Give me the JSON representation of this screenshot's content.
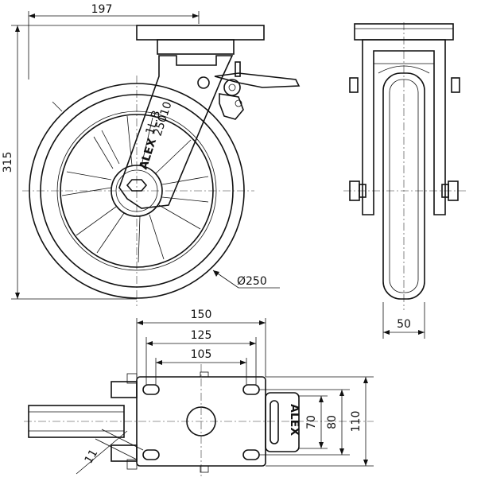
{
  "dimensions": {
    "overall_width": "197",
    "overall_height": "315",
    "wheel_diameter": "Ø250",
    "wheel_width": "50",
    "plate_length": "150",
    "bolt_spacing_long": "125",
    "bolt_spacing_short": "105",
    "plate_width": "110",
    "bolt_spacing_width_outer": "80",
    "bolt_spacing_width_inner": "70",
    "bolt_hole": "11"
  },
  "labels": {
    "brand": "ALEX",
    "load_marking_1": "1L.B",
    "load_marking_2": "25010"
  }
}
